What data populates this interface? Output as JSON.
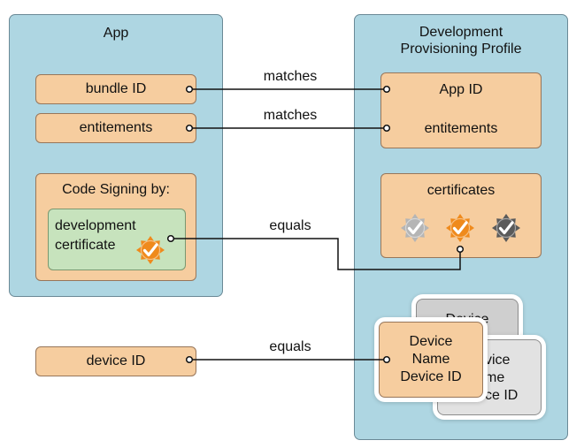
{
  "app": {
    "title": "App",
    "bundle_id": "bundle ID",
    "entitlements": "entitements",
    "code_signing_title": "Code Signing by:",
    "dev_cert_line1": "development",
    "dev_cert_line2": "certificate"
  },
  "device": {
    "device_id": "device ID"
  },
  "profile": {
    "title_line1": "Development",
    "title_line2": "Provisioning Profile",
    "app_id": "App ID",
    "entitlements": "entitements",
    "certificates_title": "certificates",
    "device_back_label": "Device",
    "device_mid_line1": "vice",
    "device_mid_line2": "me",
    "device_mid_line3": "ce ID",
    "device_front_line1": "Device",
    "device_front_line2": "Name",
    "device_front_line3": "Device ID"
  },
  "connectors": {
    "bundle_matches": "matches",
    "entitlements_matches": "matches",
    "cert_equals": "equals",
    "device_equals": "equals"
  },
  "colors": {
    "panel": "#aed6e2",
    "box": "#f6cd9f",
    "green": "#c7e3bd",
    "badge_silver": "#b5b5b5",
    "badge_orange": "#ef8a1c",
    "badge_dark": "#5a5a5a"
  },
  "icons": {
    "badge": "check-badge-icon"
  }
}
